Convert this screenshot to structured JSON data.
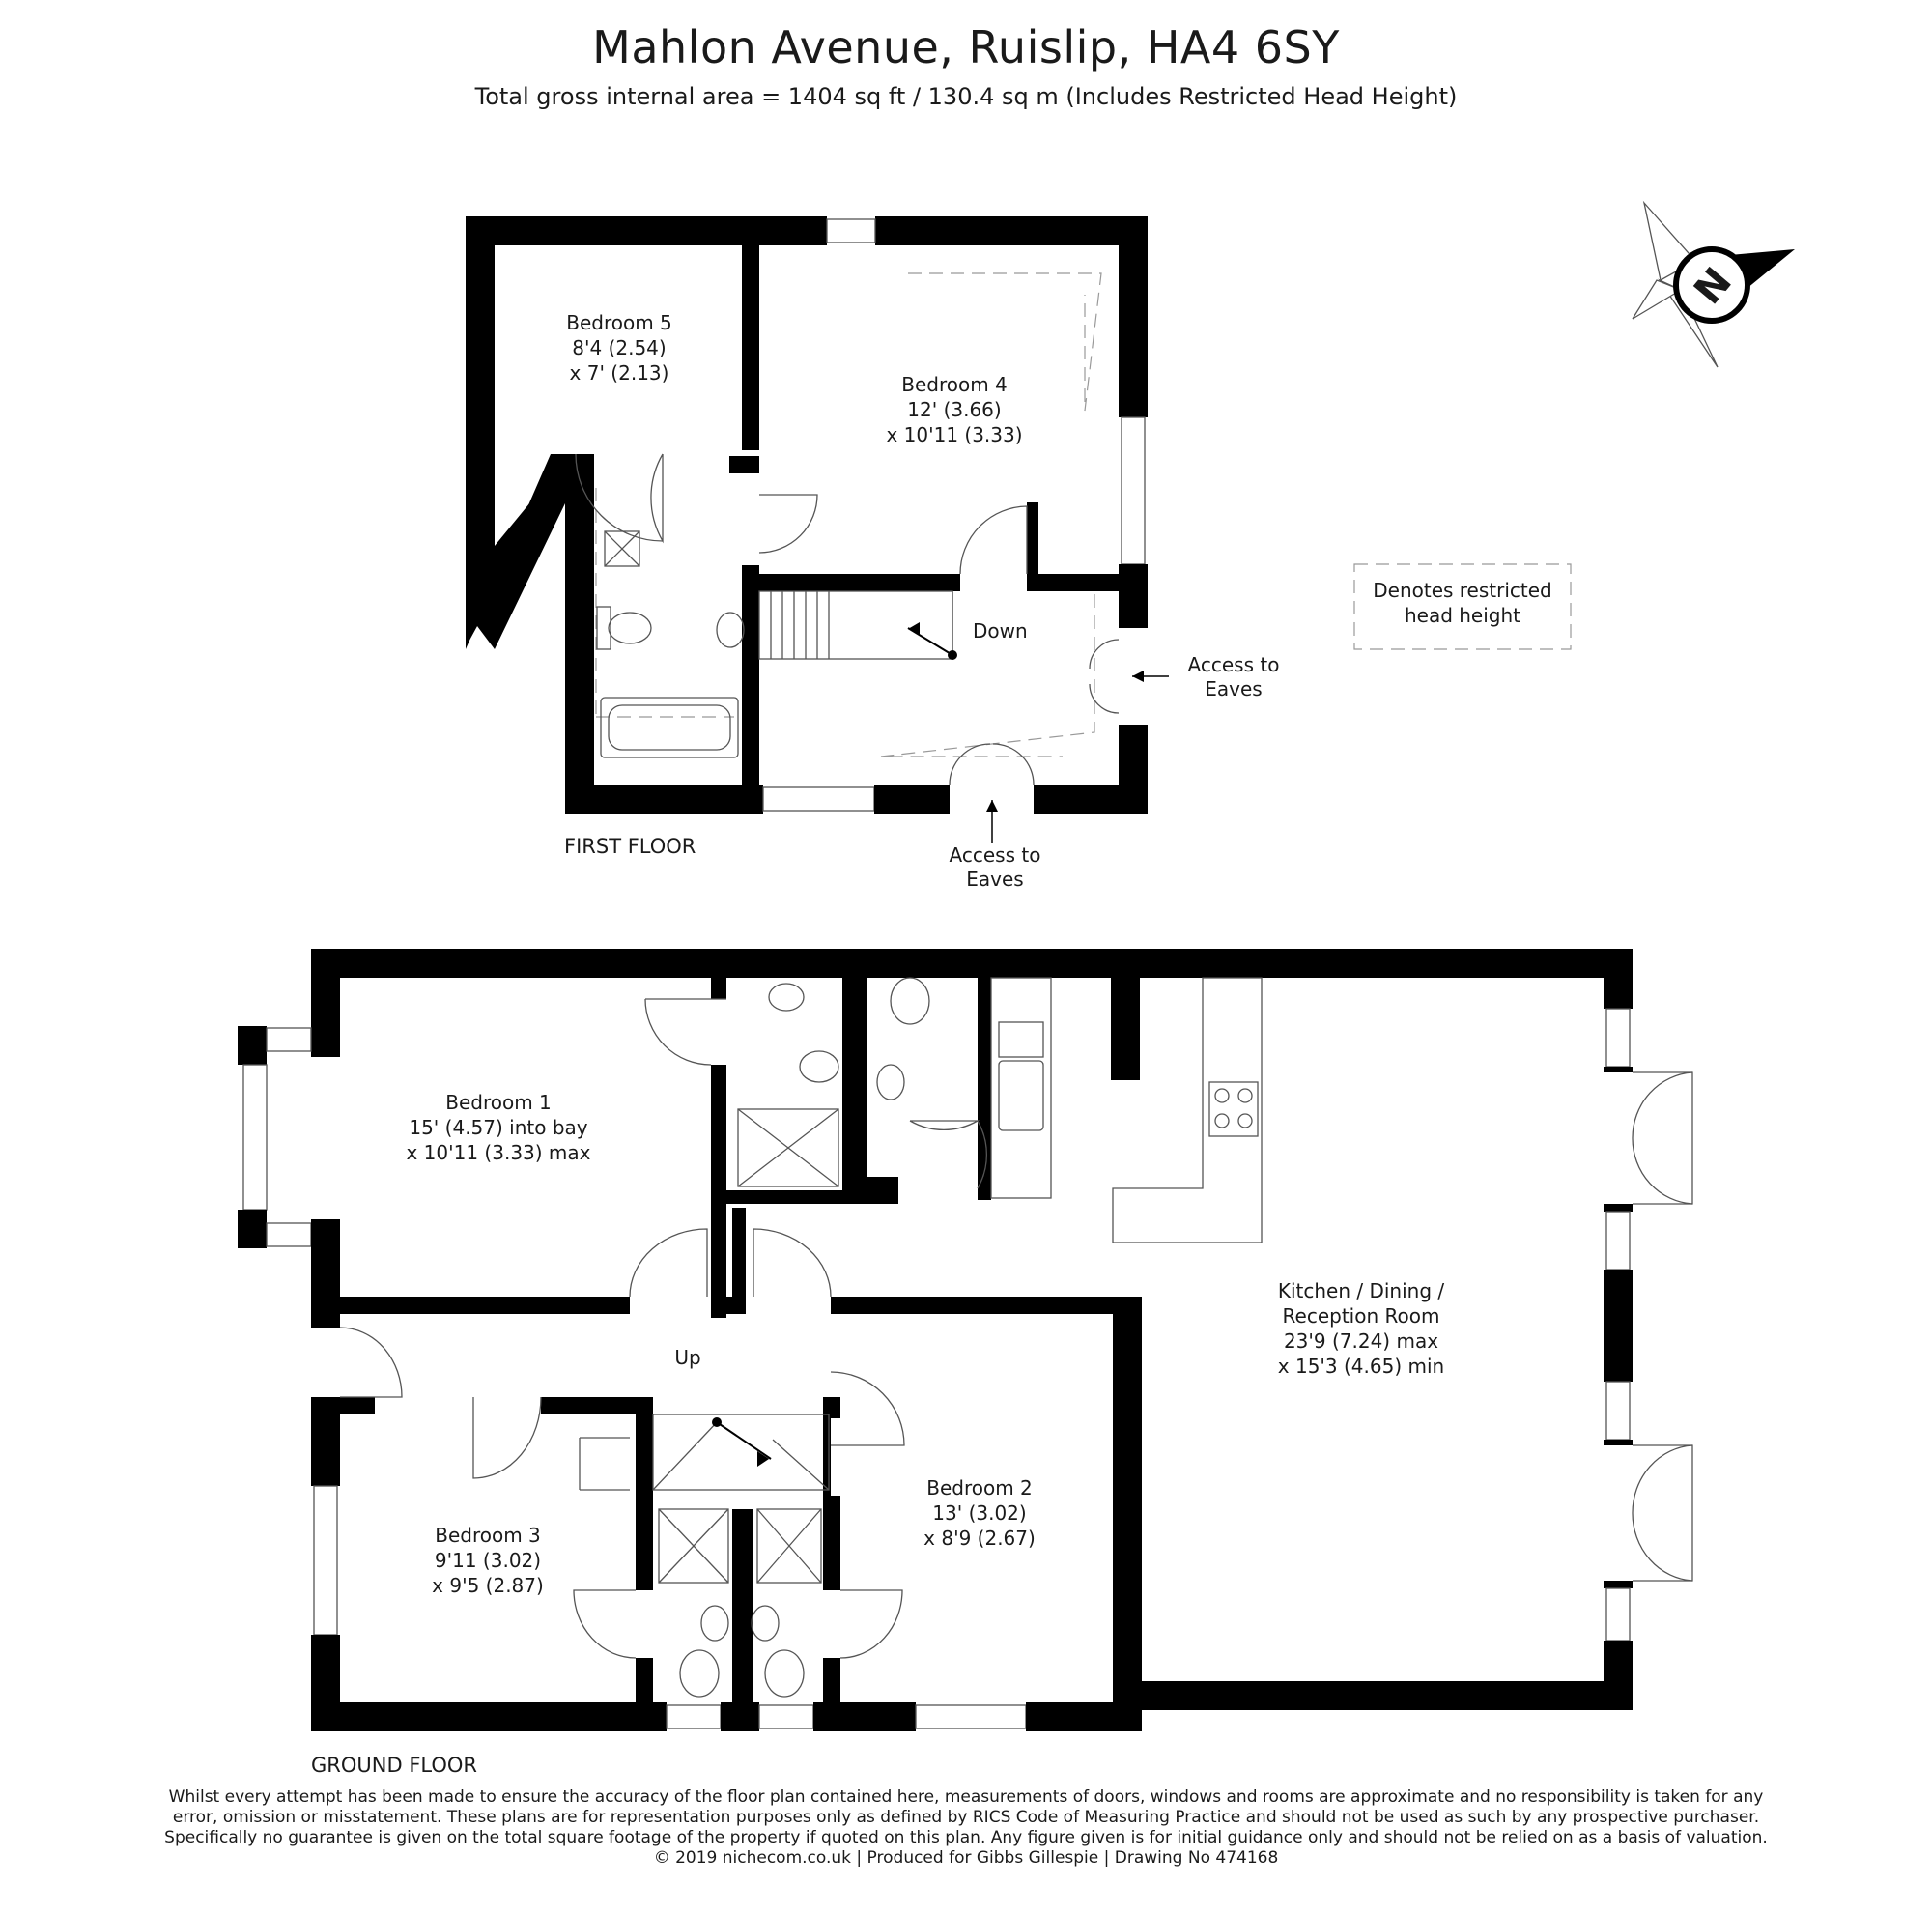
{
  "header": {
    "title": "Mahlon Avenue, Ruislip, HA4 6SY",
    "subtitle": "Total gross internal area =  1404 sq ft / 130.4 sq m (Includes Restricted Head Height)"
  },
  "compass": {
    "letter": "N"
  },
  "legend": {
    "line1": "Denotes restricted",
    "line2": "head height"
  },
  "first_floor": {
    "label": "FIRST FLOOR",
    "rooms": {
      "bedroom5": {
        "name": "Bedroom 5",
        "dim1": "8'4 (2.54)",
        "dim2": "x 7' (2.13)"
      },
      "bedroom4": {
        "name": "Bedroom 4",
        "dim1": "12' (3.66)",
        "dim2": "x 10'11 (3.33)"
      }
    },
    "stairs_label": "Down",
    "eaves_right": {
      "line1": "Access to",
      "line2": "Eaves"
    },
    "eaves_bottom": {
      "line1": "Access to",
      "line2": "Eaves"
    }
  },
  "ground_floor": {
    "label": "GROUND FLOOR",
    "rooms": {
      "bedroom1": {
        "name": "Bedroom 1",
        "dim1": "15' (4.57) into bay",
        "dim2": "x 10'11 (3.33) max"
      },
      "kitchen": {
        "line1": "Kitchen / Dining /",
        "line2": "Reception Room",
        "dim1": "23'9 (7.24) max",
        "dim2": "x 15'3 (4.65) min"
      },
      "bedroom2": {
        "name": "Bedroom 2",
        "dim1": "13' (3.02)",
        "dim2": "x 8'9 (2.67)"
      },
      "bedroom3": {
        "name": "Bedroom 3",
        "dim1": "9'11 (3.02)",
        "dim2": "x 9'5 (2.87)"
      }
    },
    "stairs_label": "Up"
  },
  "disclaimer": [
    "Whilst every attempt has been made to ensure the accuracy of the floor plan contained here, measurements of doors, windows and rooms are approximate and no responsibility is taken for any",
    "error, omission or misstatement. These plans are for representation purposes only as defined by RICS Code of Measuring Practice and should not be used as such by any prospective purchaser.",
    "Specifically no guarantee is given on the total square footage of the property if quoted on this plan. Any figure given is for initial guidance only and should not be relied on as a basis of valuation.",
    "© 2019 nichecom.co.uk  |  Produced for Gibbs Gillespie  |  Drawing No 474168"
  ]
}
